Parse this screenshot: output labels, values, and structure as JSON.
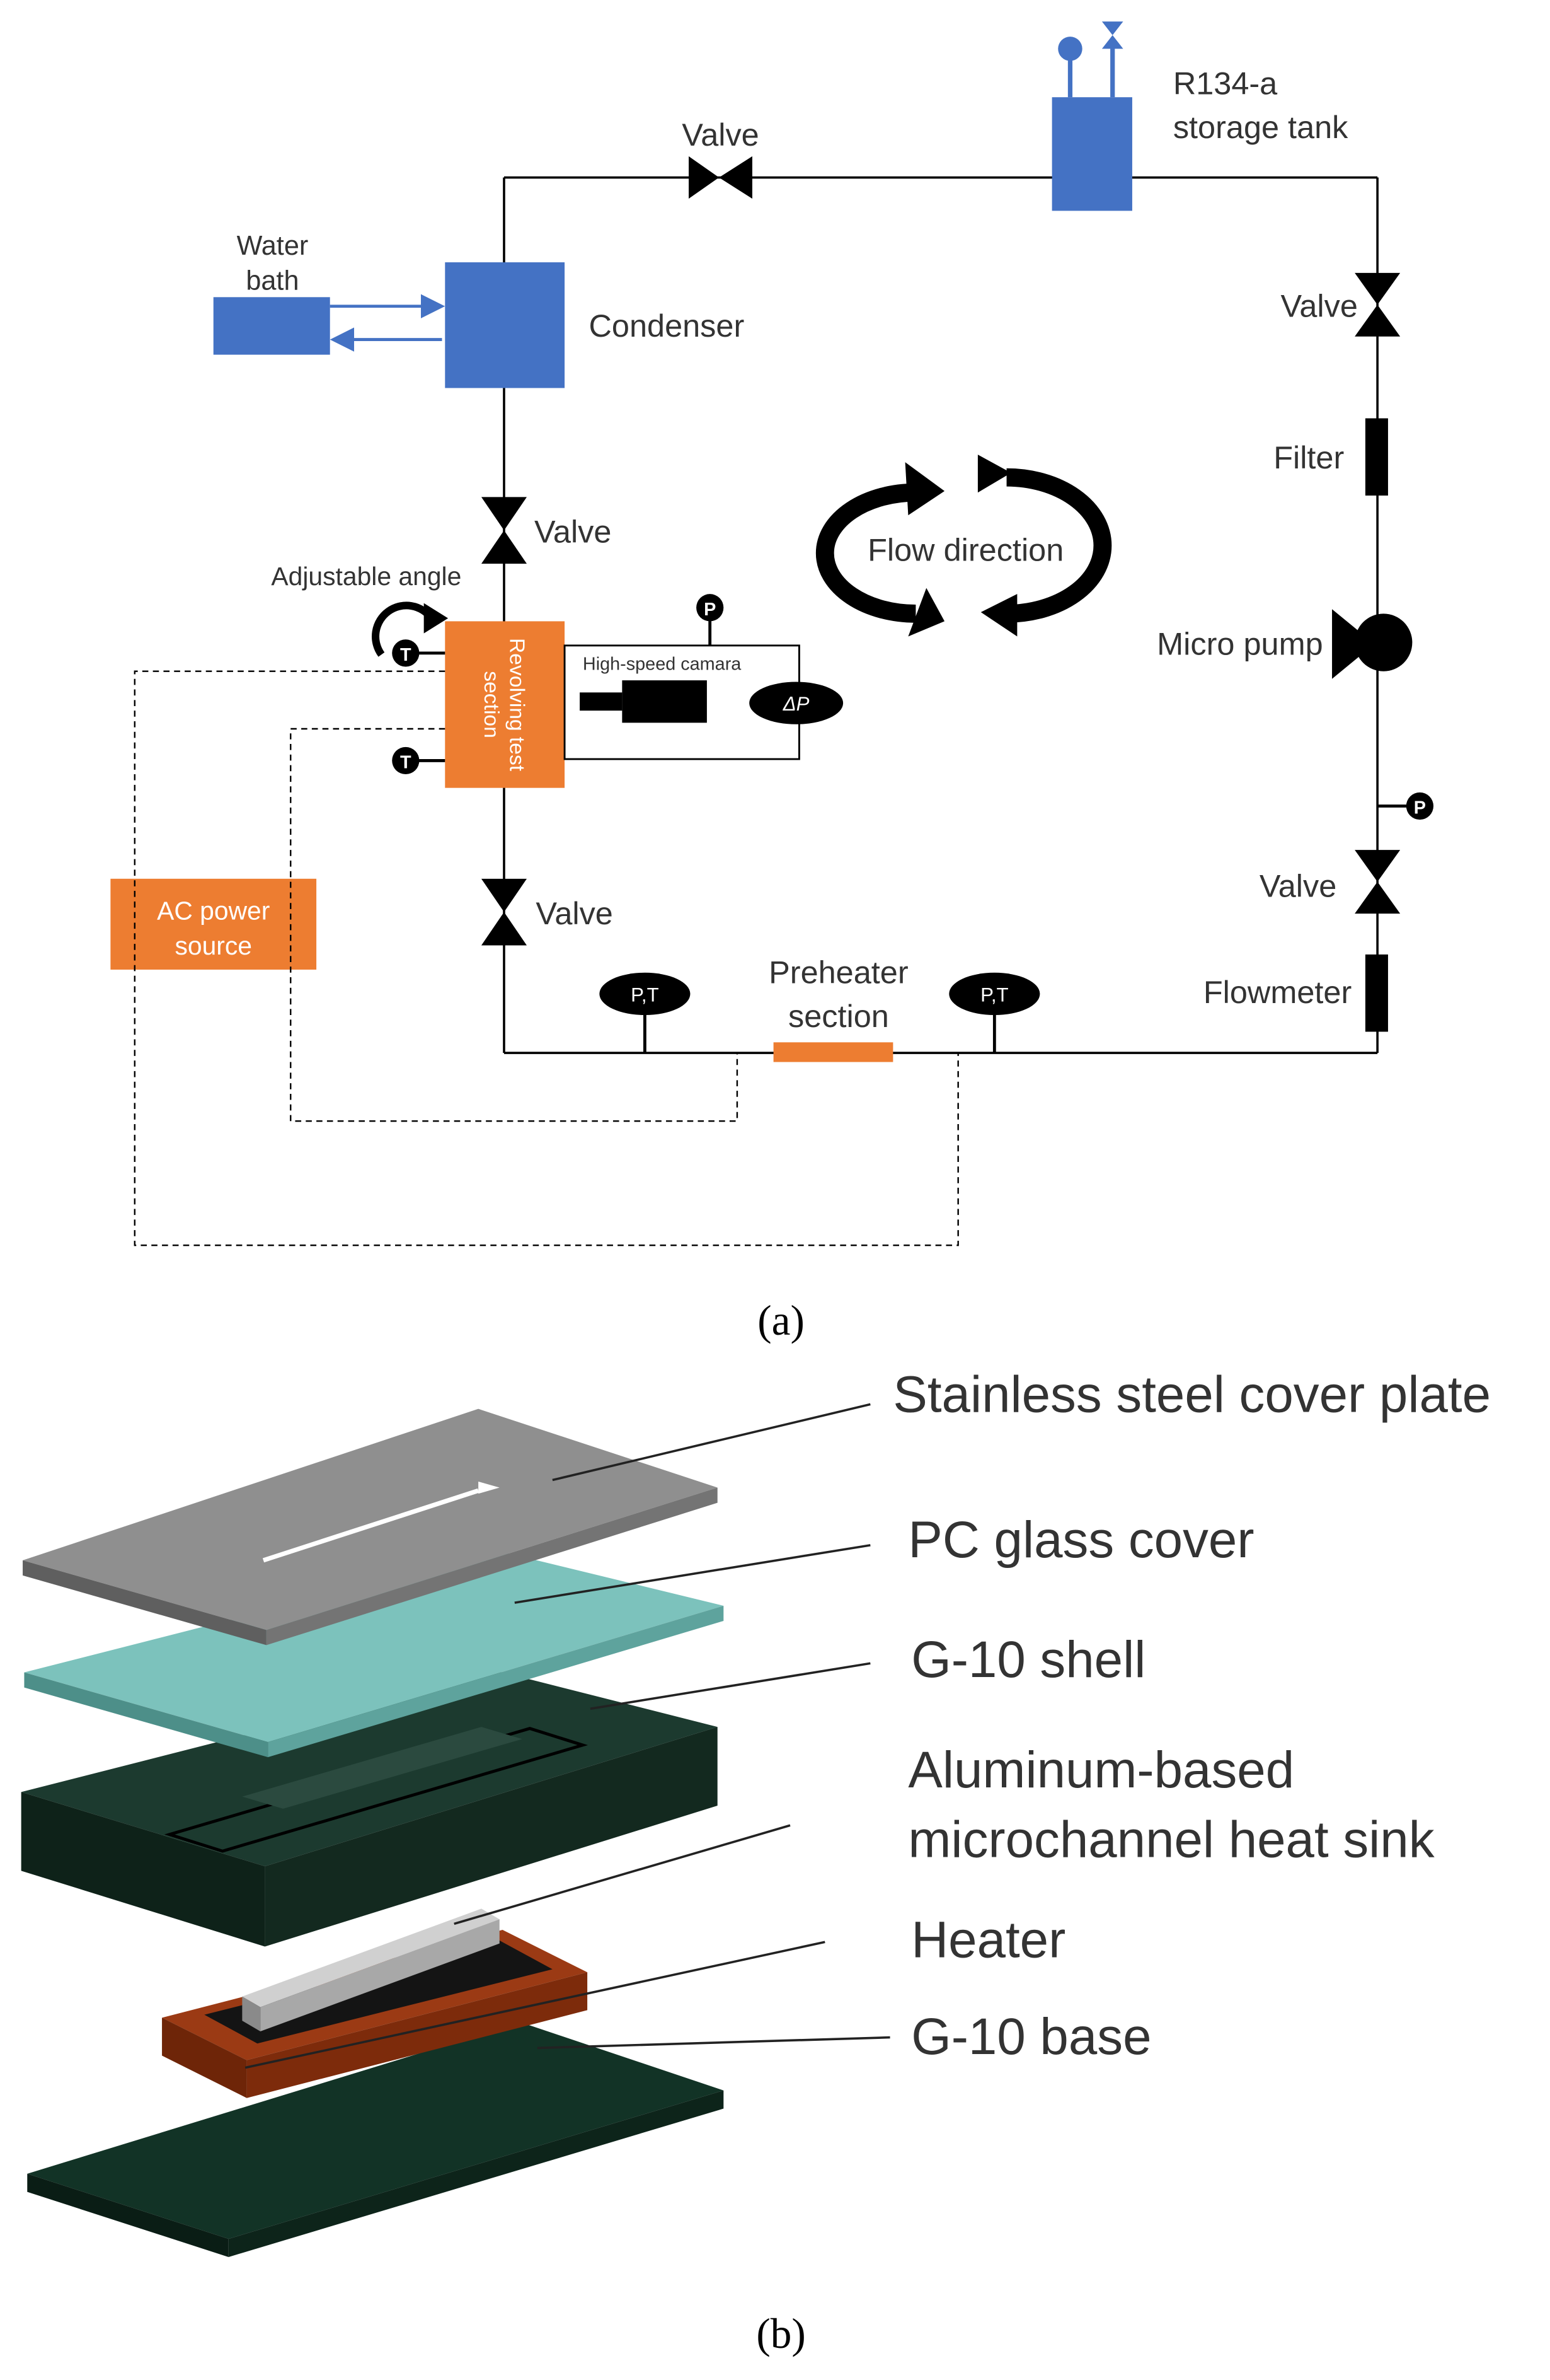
{
  "colors": {
    "blue": "#4472c4",
    "orange": "#ed7d31",
    "black": "#000000",
    "label": "#333333",
    "plate_gray": "#8c8c8c",
    "glass_teal": "#6fb6b0",
    "g10_dark": "#10281f",
    "copper": "#8a3010",
    "heater_gray": "#b5b5b5"
  },
  "panel_a": {
    "caption": "(a)",
    "labels": {
      "valve_top": "Valve",
      "storage_tank": [
        "R134-a",
        "storage tank"
      ],
      "water_bath": [
        "Water",
        "bath"
      ],
      "condenser": "Condenser",
      "valve_right_top": "Valve",
      "filter": "Filter",
      "valve_left": "Valve",
      "flow_direction": "Flow direction",
      "adjustable_angle": "Adjustable angle",
      "micro_pump": "Micro pump",
      "revolving_test_section": [
        "Revolving test",
        "section"
      ],
      "high_speed_camera": "High-speed camara",
      "delta_p": "ΔP",
      "pressure": "P",
      "temperature": "T",
      "valve_right_bottom": "Valve",
      "ac_power_source": [
        "AC power",
        "source"
      ],
      "valve_left_bottom": "Valve",
      "preheater_section": [
        "Preheater",
        "section"
      ],
      "pt": "P,T",
      "flowmeter": "Flowmeter"
    }
  },
  "panel_b": {
    "caption": "(b)",
    "layers": [
      "Stainless steel cover plate",
      "PC glass cover",
      "G-10 shell",
      [
        "Aluminum-based",
        "microchannel heat sink"
      ],
      "Heater",
      "G-10 base"
    ]
  }
}
